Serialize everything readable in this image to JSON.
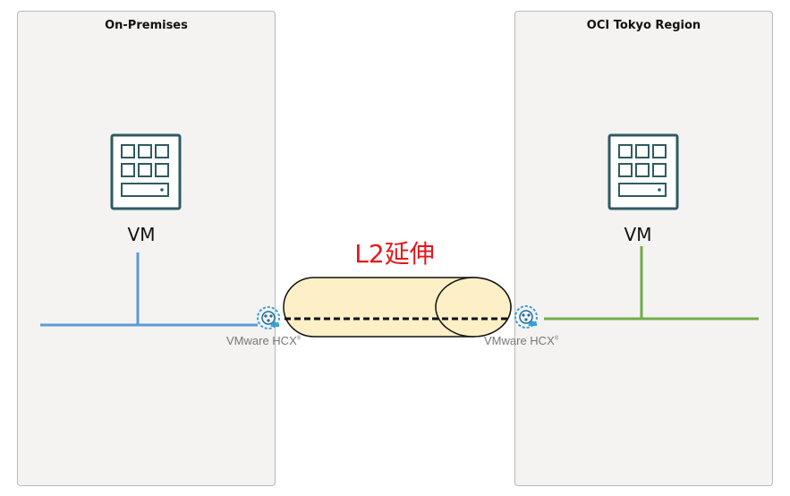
{
  "regions": {
    "left_title": "On-Premises",
    "right_title": "OCI Tokyo Region"
  },
  "vm": {
    "left_label": "VM",
    "right_label": "VM"
  },
  "hcx": {
    "left_label": "VMware HCX",
    "right_label": "VMware HCX",
    "mark": "®",
    "icon": "vmware-hcx-icon"
  },
  "tunnel": {
    "label": "L2延伸"
  },
  "colors": {
    "left_network": "#5b9bd5",
    "right_network": "#70ad47",
    "vm_icon": "#2f5b62",
    "tunnel_fill": "#fdf0c7",
    "tunnel_label": "#e5161b",
    "hcx_icon": "#3aa0d8"
  }
}
